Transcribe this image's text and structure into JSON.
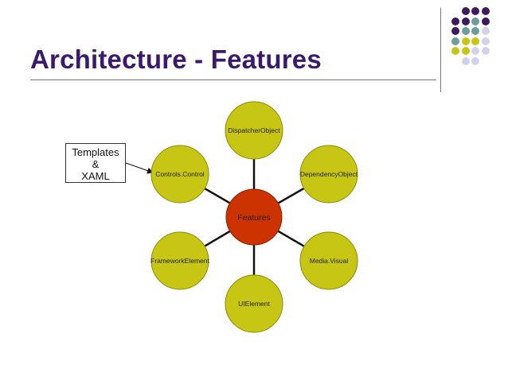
{
  "slide": {
    "title": "Architecture - Features"
  },
  "colors": {
    "title": "#3b1a6e",
    "node_fill": "#c8c614",
    "node_stroke": "#8a8a08",
    "center_fill": "#cc3300",
    "center_stroke": "#8a2200",
    "connector": "#111111",
    "dot_purple": "#3b1a5e",
    "dot_teal": "#6e9e9a",
    "dot_yellow": "#c8c614",
    "dot_lavender": "#d4d2ea"
  },
  "diagram": {
    "center": {
      "label": "Features"
    },
    "nodes": [
      {
        "label": "DispatcherObject"
      },
      {
        "label": "DependencyObject"
      },
      {
        "label": "Media.Visual"
      },
      {
        "label": "UIElement"
      },
      {
        "label": "FrameworkElement"
      },
      {
        "label": "Controls.Control"
      }
    ]
  },
  "callout": {
    "line1": "Templates",
    "line2": "&",
    "line3": "XAML"
  }
}
